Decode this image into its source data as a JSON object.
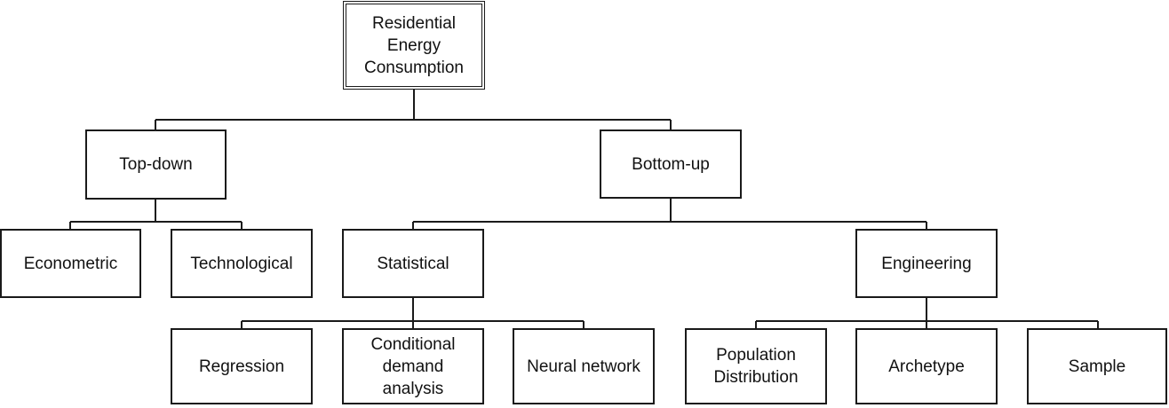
{
  "diagram": {
    "root": {
      "label_lines": [
        "Residential",
        "Energy",
        "Consumption"
      ]
    },
    "top_down": {
      "label_lines": [
        "Top-down"
      ],
      "children": {
        "econometric": {
          "label_lines": [
            "Econometric"
          ]
        },
        "technological": {
          "label_lines": [
            "Technological"
          ]
        }
      }
    },
    "bottom_up": {
      "label_lines": [
        "Bottom-up"
      ],
      "children": {
        "statistical": {
          "label_lines": [
            "Statistical"
          ],
          "children": {
            "regression": {
              "label_lines": [
                "Regression"
              ]
            },
            "cda": {
              "label_lines": [
                "Conditional",
                "demand",
                "analysis"
              ]
            },
            "neural": {
              "label_lines": [
                "Neural network"
              ]
            }
          }
        },
        "engineering": {
          "label_lines": [
            "Engineering"
          ],
          "children": {
            "population": {
              "label_lines": [
                "Population",
                "Distribution"
              ]
            },
            "archetype": {
              "label_lines": [
                "Archetype"
              ]
            },
            "sample": {
              "label_lines": [
                "Sample"
              ]
            }
          }
        }
      }
    }
  }
}
